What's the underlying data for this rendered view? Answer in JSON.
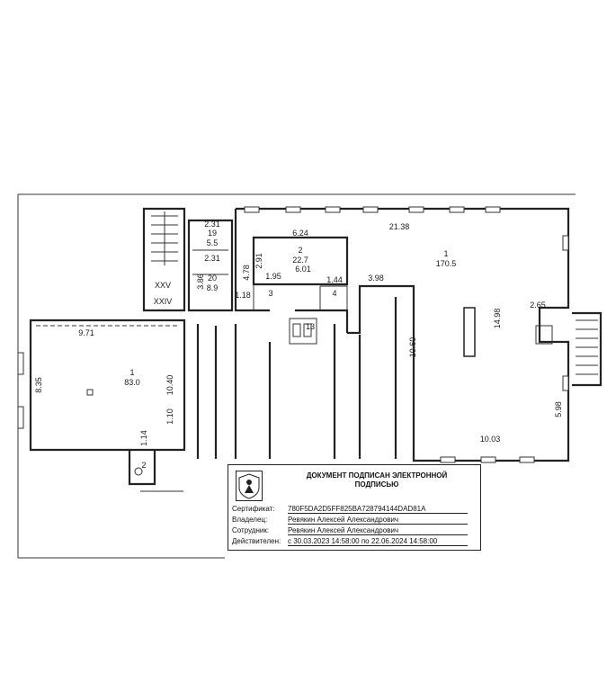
{
  "plan": {
    "rooms": [
      {
        "id": "room-1-main",
        "number": "1",
        "area": "170.5"
      },
      {
        "id": "room-1-left",
        "number": "1",
        "area": "83.0"
      },
      {
        "id": "room-2",
        "number": "2",
        "area": "22.7"
      },
      {
        "id": "room-3",
        "number": "3"
      },
      {
        "id": "room-4",
        "number": "4"
      },
      {
        "id": "room-2-small",
        "number": "2"
      },
      {
        "id": "room-19",
        "number": "19",
        "area": "5.5"
      },
      {
        "id": "room-20",
        "number": "20",
        "area": "8.9"
      },
      {
        "id": "room-13",
        "number": "13"
      }
    ],
    "dimensions": [
      "21.38",
      "6.24",
      "2.91",
      "1.95",
      "6.01",
      "1.44",
      "3.98",
      "4.78",
      "1.18",
      "2.31",
      "2.31",
      "3.86",
      "9.71",
      "8.35",
      "10.40",
      "1.10",
      "1.14",
      "10.60",
      "14.98",
      "2.65",
      "5.98",
      "10.03"
    ],
    "roman_labels": [
      "XXV",
      "XXIV"
    ]
  },
  "stamp": {
    "title_line1": "ДОКУМЕНТ ПОДПИСАН ЭЛЕКТРОННОЙ",
    "title_line2": "ПОДПИСЬЮ",
    "rows": [
      {
        "label": "Сертификат:",
        "value": "780F5DA2D5FF825BA728794144DAD81A"
      },
      {
        "label": "Владелец:",
        "value": "Ревякин Алексей Александрович"
      },
      {
        "label": "Сотрудник:",
        "value": "Ревякин Алексей Александрович"
      },
      {
        "label": "Действителен:",
        "value": "с 30.03.2023 14:58:00 по 22.06.2024 14:58:00"
      }
    ]
  }
}
